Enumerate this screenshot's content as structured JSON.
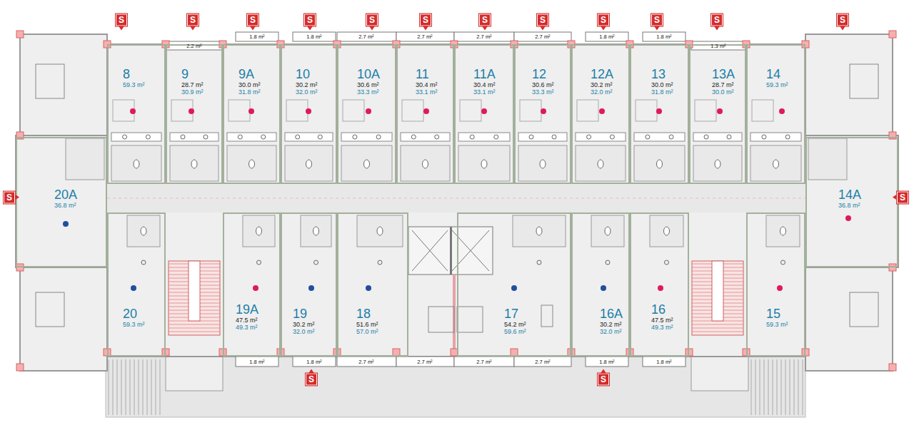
{
  "diagram": {
    "nodes": [
      {
        "text": [
          "8",
          "59.3 m²"
        ]
      },
      {
        "text": [
          "9",
          "28.7 m²",
          "30.9 m²"
        ]
      },
      {
        "text": [
          "9A",
          "30.0 m²",
          "31.8 m²"
        ]
      },
      {
        "text": [
          "10",
          "30.2 m²",
          "32.0 m²"
        ]
      },
      {
        "text": [
          "10A",
          "30.6 m²",
          "33.3 m²"
        ]
      },
      {
        "text": [
          "11",
          "30.4 m²",
          "33.1 m²"
        ]
      },
      {
        "text": [
          "11A",
          "30.4 m²",
          "33.1 m²"
        ]
      },
      {
        "text": [
          "12",
          "30.6 m²",
          "33.3 m²"
        ]
      },
      {
        "text": [
          "12A",
          "30.2 m²",
          "32.0 m²"
        ]
      },
      {
        "text": [
          "13",
          "30.0 m²",
          "31.8 m²"
        ]
      },
      {
        "text": [
          "13A",
          "28.7 m²",
          "30.0 m²"
        ]
      },
      {
        "text": [
          "14",
          "59.3 m²"
        ]
      },
      {
        "text": [
          "20A",
          "36.8 m²"
        ]
      },
      {
        "text": [
          "14A",
          "36.8 m²"
        ]
      },
      {
        "text": [
          "20",
          "59.3 m²"
        ]
      },
      {
        "text": [
          "19A",
          "47.5 m²",
          "49.3 m²"
        ]
      },
      {
        "text": [
          "19",
          "30.2 m²",
          "32.0 m²"
        ]
      },
      {
        "text": [
          "18",
          "51.6 m²",
          "57.0 m²"
        ]
      },
      {
        "text": [
          "17",
          "54.2 m²",
          "59.6 m²"
        ]
      },
      {
        "text": [
          "16A",
          "30.2 m²",
          "32.0 m²"
        ]
      },
      {
        "text": [
          "16",
          "47.5 m²",
          "49.3 m²"
        ]
      },
      {
        "text": [
          "15",
          "59.3 m²"
        ]
      }
    ],
    "labels": [
      "S",
      "S",
      "S",
      "S",
      "S",
      "S",
      "S",
      "S",
      "S",
      "S",
      "S",
      "S",
      "2.2 m²",
      "1.8 m²",
      "1.8 m²",
      "2.7 m²",
      "2.7 m²",
      "2.7 m²",
      "2.7 m²",
      "1.8 m²",
      "1.8 m²",
      "1.3 m²",
      "S",
      "S",
      "1.8 m²",
      "1.8 m²",
      "2.7 m²",
      "2.7 m²",
      "2.7 m²",
      "2.7 m²",
      "1.8 m²",
      "1.8 m²",
      "S",
      "S"
    ]
  }
}
